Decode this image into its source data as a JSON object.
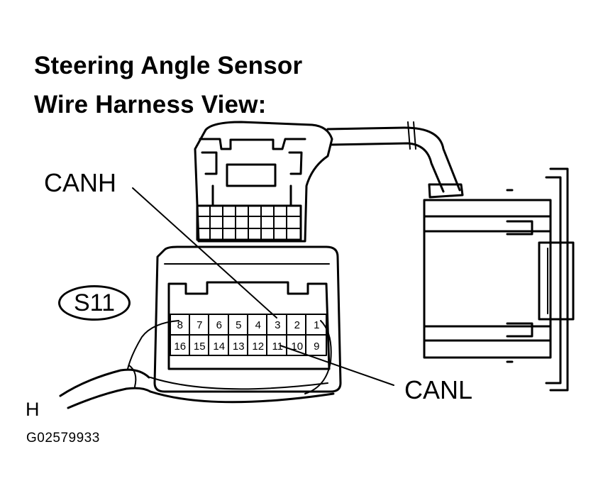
{
  "title_line1": "Steering Angle Sensor",
  "title_line2": "Wire Harness View:",
  "label_canh": "CANH",
  "label_canl": "CANL",
  "connector_id": "S11",
  "mark_h": "H",
  "figure_code": "G02579933",
  "pins_top": [
    "8",
    "7",
    "6",
    "5",
    "4",
    "3",
    "2",
    "1"
  ],
  "pins_bottom": [
    "16",
    "15",
    "14",
    "13",
    "12",
    "11",
    "10",
    "9"
  ]
}
